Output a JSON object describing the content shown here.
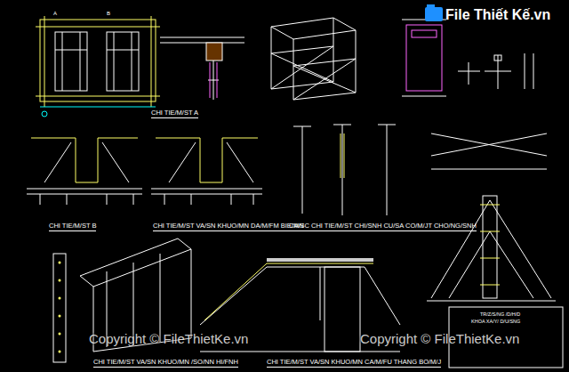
{
  "diagram": {
    "labels": [
      "A",
      "B",
      "CHI TIE/M/ST A",
      "CHI TIE/M/ST B",
      "CHI TIE/M/ST VA/SN KHUO/MN DA/M/FM BIE/MN",
      "CA/SC CHI TIE/M/ST CHI/SNH CU/SA CO/M/JT CHO/NG/SNH",
      "CHI TIE/M/ST VA/SN KHUO/MN /SO/NN HI/FNH",
      "CHI TIE/M/ST VA/SN KHUO/MN CA/M/FU THANG BO/M/J",
      "TR/Z/S/NG /D/H/D",
      "KHOA XA/Y/ D/U/SNG",
      "File Thiết Kế.vn",
      "Copyright © FileThietKe.vn",
      "Copyright © FileThietKe.vn"
    ]
  }
}
